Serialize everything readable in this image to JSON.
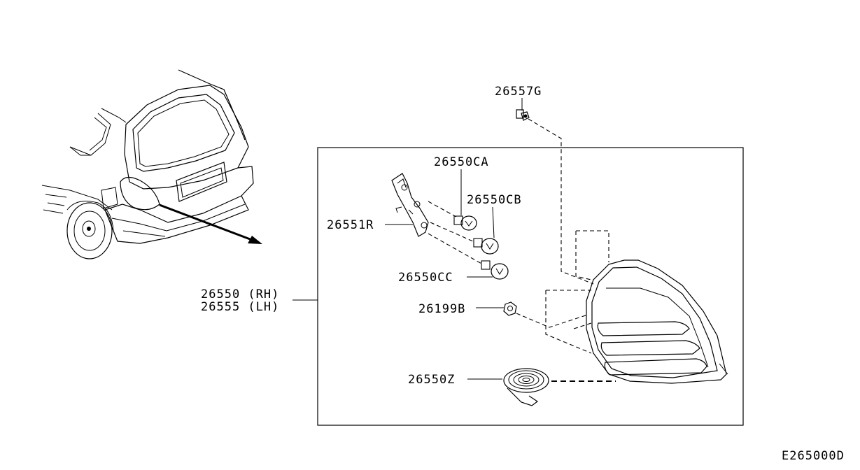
{
  "labels": {
    "part_26557G": "26557G",
    "part_26550CA": "26550CA",
    "part_26550CB": "26550CB",
    "part_26551R": "26551R",
    "part_26550CC": "26550CC",
    "part_26550_rh": "26550 (RH)",
    "part_26555_lh": "26555 (LH)",
    "part_26199B": "26199B",
    "part_26550Z": "26550Z",
    "diagram_code": "E265000D"
  }
}
